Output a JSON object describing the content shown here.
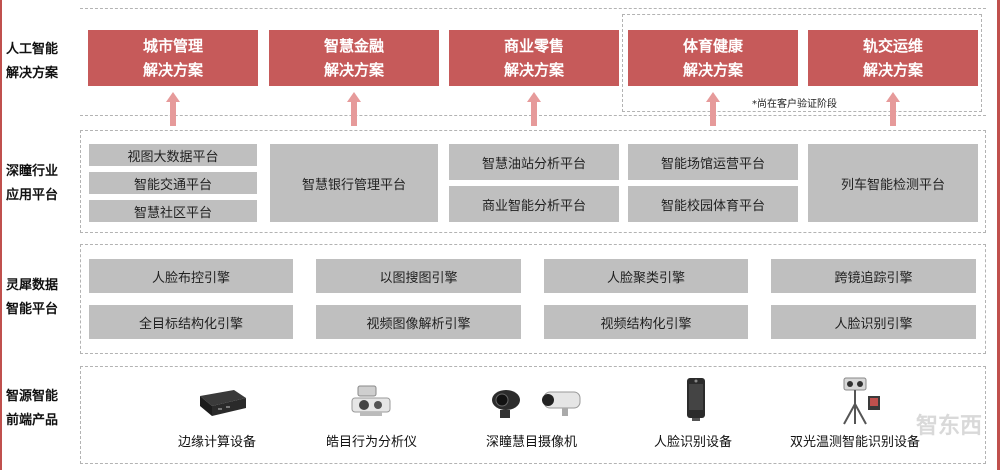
{
  "layers": {
    "ai_solutions": {
      "label_lines": [
        "人工智能",
        "解决方案"
      ],
      "boxes": [
        {
          "lines": [
            "城市管理",
            "解决方案"
          ]
        },
        {
          "lines": [
            "智慧金融",
            "解决方案"
          ]
        },
        {
          "lines": [
            "商业零售",
            "解决方案"
          ]
        },
        {
          "lines": [
            "体育健康",
            "解决方案"
          ]
        },
        {
          "lines": [
            "轨交运维",
            "解决方案"
          ]
        }
      ],
      "note": "*尚在客户验证阶段"
    },
    "application_platform": {
      "label_lines": [
        "深瞳行业",
        "应用平台"
      ],
      "col1": [
        "视图大数据平台",
        "智能交通平台",
        "智慧社区平台"
      ],
      "col2": [
        "智慧银行管理平台"
      ],
      "col3": [
        "智慧油站分析平台",
        "商业智能分析平台"
      ],
      "col4": [
        "智能场馆运营平台",
        "智能校园体育平台"
      ],
      "col5": [
        "列车智能检测平台"
      ]
    },
    "data_platform": {
      "label_lines": [
        "灵犀数据",
        "智能平台"
      ],
      "row1": [
        "人脸布控引擎",
        "以图搜图引擎",
        "人脸聚类引擎",
        "跨镜追踪引擎"
      ],
      "row2": [
        "全目标结构化引擎",
        "视频图像解析引擎",
        "视频结构化引擎",
        "人脸识别引擎"
      ]
    },
    "frontend_products": {
      "label_lines": [
        "智源智能",
        "前端产品"
      ],
      "devices": [
        {
          "label": "边缘计算设备",
          "icon": "edge-computing-device-icon"
        },
        {
          "label": "皓目行为分析仪",
          "icon": "behavior-analyzer-icon"
        },
        {
          "label": "深瞳慧目摄像机",
          "icon": "camera-icon"
        },
        {
          "label": "人脸识别设备",
          "icon": "face-recognition-terminal-icon"
        },
        {
          "label": "双光温测智能识别设备",
          "icon": "thermal-detection-device-icon"
        }
      ]
    }
  },
  "colors": {
    "solution_red": "#c65a5a",
    "arrow_pink": "#e69a9a",
    "platform_gray": "#bfbfbf",
    "edge_red": "#c0504d"
  },
  "watermark": "智东西"
}
